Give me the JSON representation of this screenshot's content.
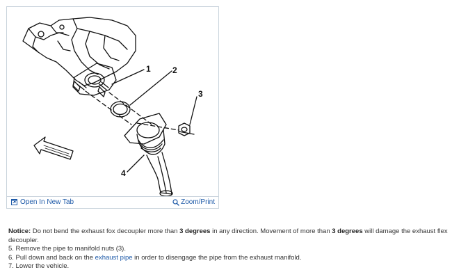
{
  "figure": {
    "callouts": [
      "1",
      "2",
      "3",
      "4"
    ],
    "open_tab_label": "Open In New Tab",
    "zoom_print_label": "Zoom/Print"
  },
  "notice": {
    "label": "Notice:",
    "text1": "Do not bend the exhaust fox decoupler more than ",
    "bold1": "3 degrees",
    "text2": " in any direction. Movement of more than ",
    "bold2": "3 degrees",
    "text3": " will damage the exhaust flex decoupler."
  },
  "steps": [
    {
      "text": "5. Remove the pipe to manifold nuts (3)."
    },
    {
      "prefix": "6. Pull down and back on the ",
      "link": "exhaust pipe",
      "suffix": " in order to disengage the pipe from the exhaust manifold."
    },
    {
      "text": "7. Lower the vehicle."
    }
  ],
  "colors": {
    "link": "#1e5aa8",
    "frame_border": "#c9d3dc",
    "text": "#333333"
  },
  "icons": {
    "open_tab": "open-new-tab-icon",
    "zoom": "magnifier-icon"
  }
}
